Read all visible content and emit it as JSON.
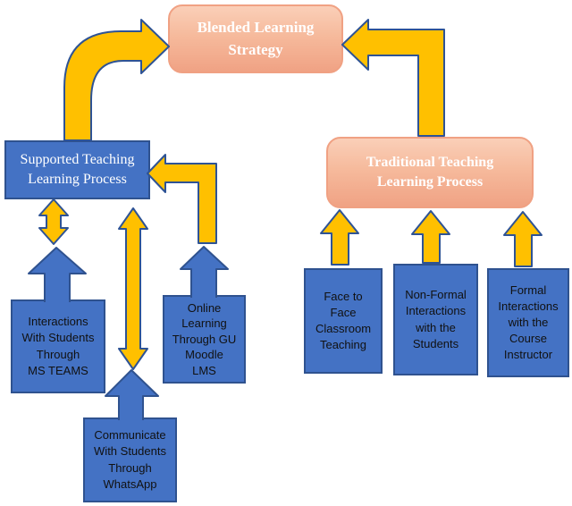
{
  "diagram_title": "Blended Learning Strategy flow diagram",
  "nodes": {
    "blended": {
      "label": "Blended Learning\nStrategy"
    },
    "supported": {
      "label": "Supported Teaching\nLearning Process"
    },
    "traditional": {
      "label": "Traditional Teaching\nLearning Process"
    },
    "ms_teams": {
      "label": "Interactions\nWith Students\nThrough\nMS TEAMS"
    },
    "moodle": {
      "label": "Online\nLearning\nThrough GU\nMoodle\nLMS"
    },
    "whatsapp": {
      "label": "Communicate\nWith Students\nThrough\nWhatsApp"
    },
    "face_to_face": {
      "label": "Face to\nFace\nClassroom\nTeaching"
    },
    "non_formal": {
      "label": "Non-Formal\nInteractions\nwith the\nStudents"
    },
    "formal": {
      "label": "Formal\nInteractions\nwith the\nCourse\nInstructor"
    }
  },
  "arrows": [
    {
      "name": "curved-arrow-supported-to-blended",
      "from": "supported",
      "to": "blended",
      "style": "gold-curved-elbow",
      "heads": 1
    },
    {
      "name": "elbow-arrow-traditional-to-blended",
      "from": "traditional",
      "to": "blended",
      "style": "gold-elbow",
      "heads": 1
    },
    {
      "name": "double-arrow-supported-teams",
      "from": "supported",
      "to": "ms_teams",
      "style": "gold-double-vertical",
      "heads": 2
    },
    {
      "name": "double-arrow-supported-whatsapp",
      "from": "supported",
      "to": "whatsapp",
      "style": "gold-double-vertical-long",
      "heads": 2
    },
    {
      "name": "elbow-arrow-moodle-to-supported",
      "from": "moodle",
      "to": "supported",
      "style": "gold-elbow",
      "heads": 1
    },
    {
      "name": "blue-arrow-teams-up",
      "from": "ms_teams",
      "direction": "up",
      "style": "blue-block"
    },
    {
      "name": "blue-arrow-moodle-up",
      "from": "moodle",
      "direction": "up",
      "style": "blue-block"
    },
    {
      "name": "blue-arrow-whatsapp-up",
      "from": "whatsapp",
      "direction": "up",
      "style": "blue-block"
    },
    {
      "name": "gold-arrow-face-to-traditional",
      "from": "face_to_face",
      "to": "traditional",
      "style": "gold-block-up"
    },
    {
      "name": "gold-arrow-nonformal-to-traditional",
      "from": "non_formal",
      "to": "traditional",
      "style": "gold-block-up"
    },
    {
      "name": "gold-arrow-formal-to-traditional",
      "from": "formal",
      "to": "traditional",
      "style": "gold-block-up"
    }
  ],
  "colors": {
    "gold_fill": "#FFC000",
    "gold_stroke": "#2E5395",
    "blue_fill": "#4472C4",
    "blue_stroke": "#2F528F",
    "peach_top": "#FACFB8",
    "peach_bottom": "#F0A284",
    "peach_border": "#F0A183",
    "light_text": "#FFFFFF",
    "dark_text": "#111111",
    "background": "#FFFFFF"
  }
}
